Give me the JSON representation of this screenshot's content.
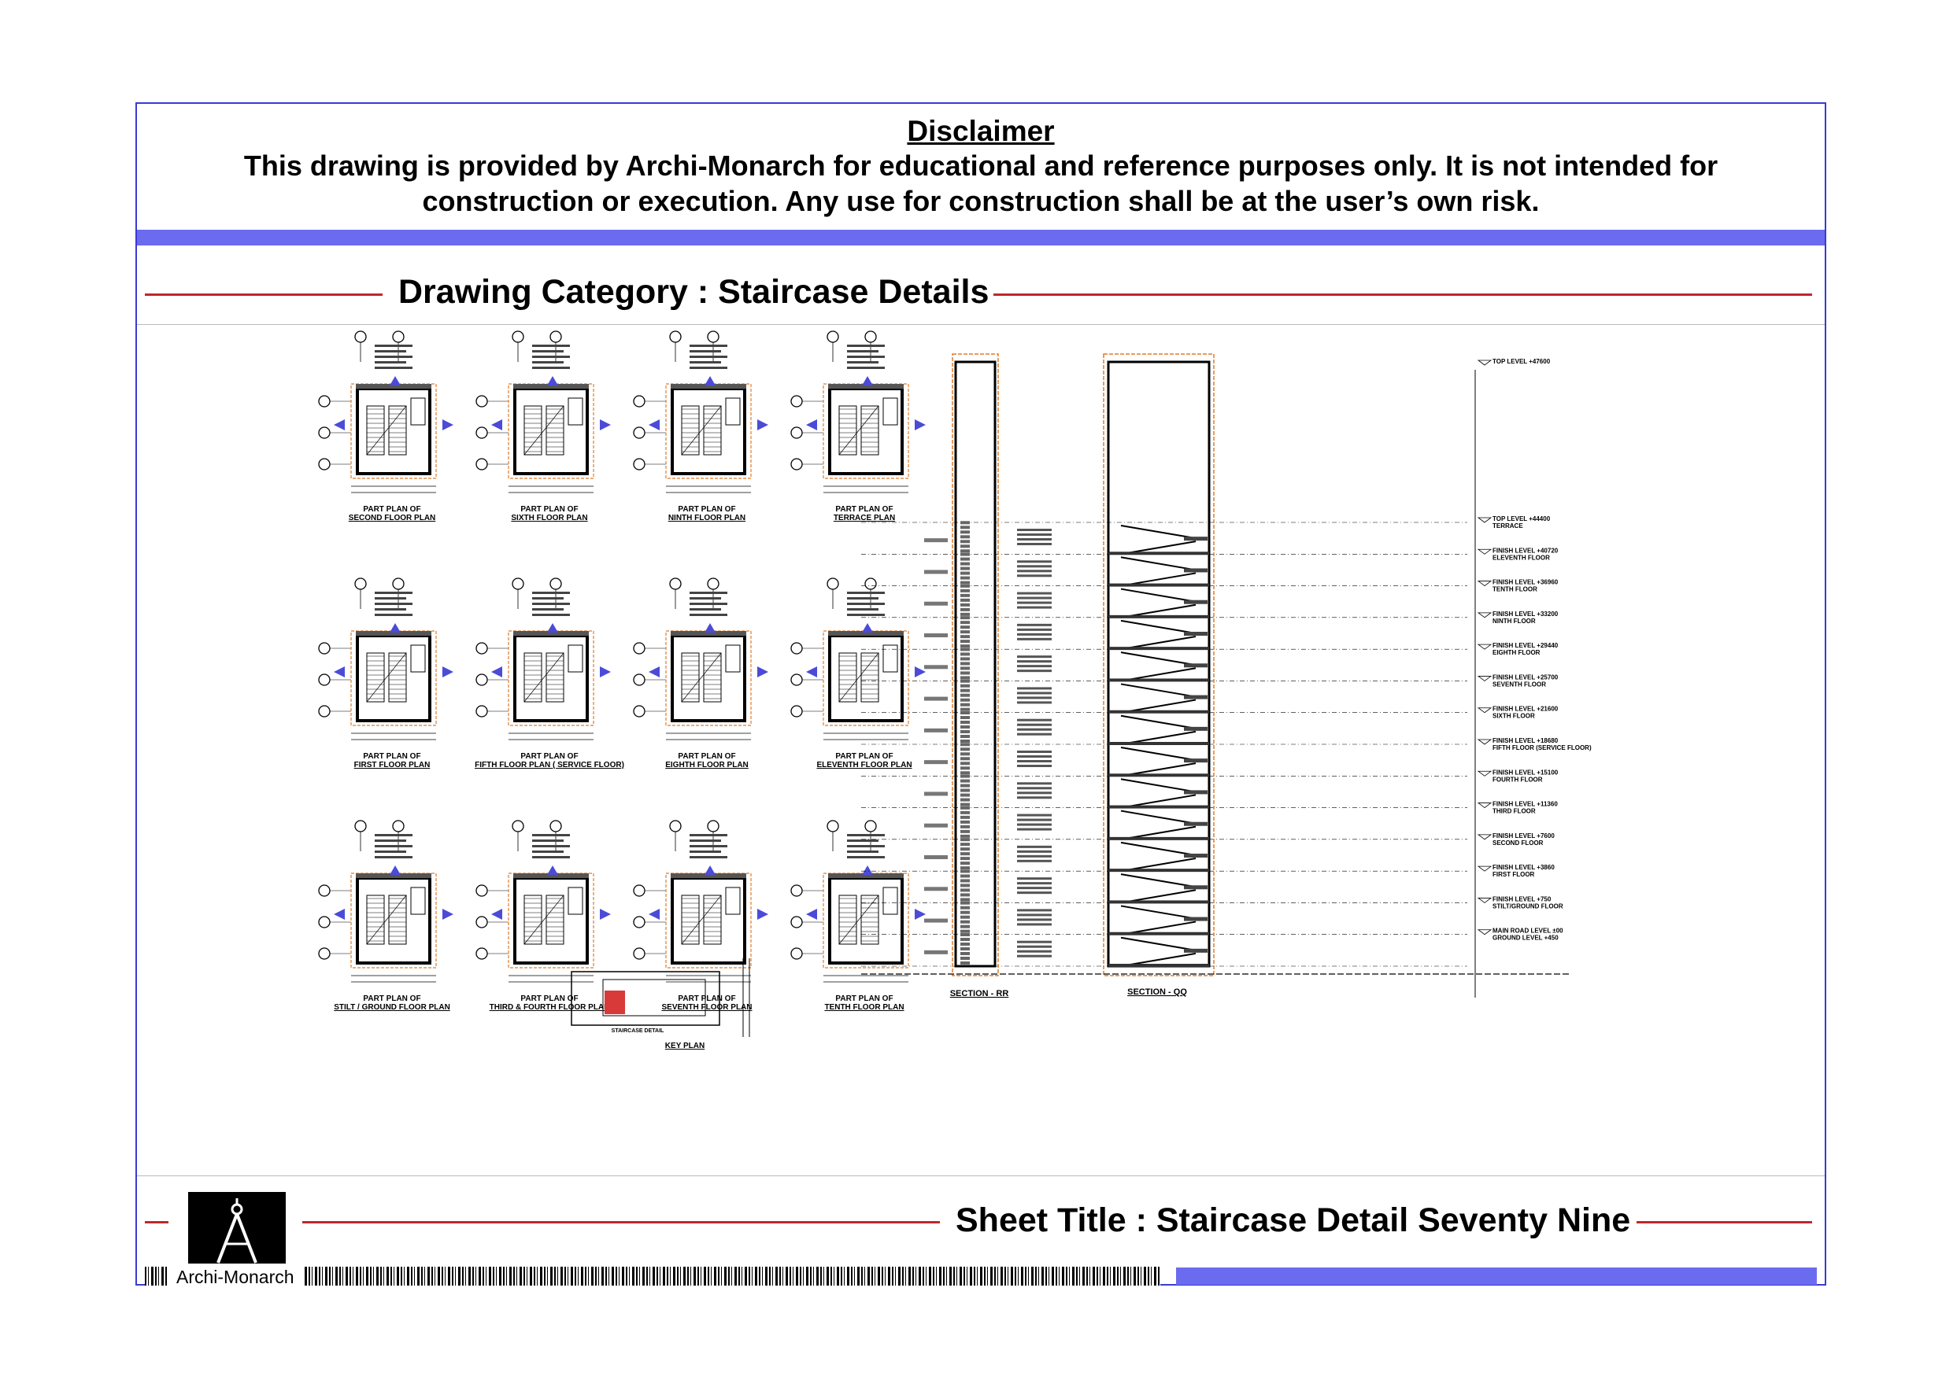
{
  "disclaimer": {
    "title": "Disclaimer",
    "line1": "This drawing is provided by Archi-Monarch for educational and reference purposes only. It is not intended for",
    "line2": "construction or execution. Any use for construction shall be at the user’s own risk."
  },
  "category": {
    "text": "Drawing Category : Staircase Details"
  },
  "sheet": {
    "title": "Sheet Title : Staircase Detail Seventy Nine"
  },
  "brand": {
    "name": "Archi-Monarch"
  },
  "colors": {
    "frame": "#3a3ad6",
    "band": "#6b6bf0",
    "rule": "#c0282a"
  },
  "plans": [
    {
      "line1": "PART PLAN OF",
      "line2": "SECOND FLOOR PLAN"
    },
    {
      "line1": "PART PLAN OF",
      "line2": "SIXTH FLOOR PLAN"
    },
    {
      "line1": "PART PLAN OF",
      "line2": "NINTH FLOOR PLAN"
    },
    {
      "line1": "PART PLAN OF",
      "line2": "TERRACE PLAN"
    },
    {
      "line1": "PART PLAN OF",
      "line2": "FIRST FLOOR PLAN"
    },
    {
      "line1": "PART PLAN OF",
      "line2": "FIFTH FLOOR PLAN ( SERVICE FLOOR)"
    },
    {
      "line1": "PART PLAN OF",
      "line2": "EIGHTH FLOOR PLAN"
    },
    {
      "line1": "PART PLAN OF",
      "line2": "ELEVENTH FLOOR PLAN"
    },
    {
      "line1": "PART PLAN OF",
      "line2": "STILT / GROUND FLOOR PLAN"
    },
    {
      "line1": "PART PLAN OF",
      "line2": "THIRD & FOURTH FLOOR PLAN"
    },
    {
      "line1": "PART PLAN OF",
      "line2": "SEVENTH FLOOR PLAN"
    },
    {
      "line1": "PART PLAN OF",
      "line2": "TENTH FLOOR PLAN"
    }
  ],
  "key_plan": {
    "label": "KEY PLAN",
    "note": "STAIRCASE DETAIL"
  },
  "sections": [
    {
      "label": "SECTION - RR"
    },
    {
      "label": "SECTION - QQ"
    }
  ],
  "levels": [
    {
      "name": "TOP LEVEL +47600"
    },
    {
      "name": "TOP LEVEL +44400",
      "sub": "TERRACE"
    },
    {
      "name": "FINISH LEVEL +40720",
      "sub": "ELEVENTH FLOOR"
    },
    {
      "name": "FINISH LEVEL +36960",
      "sub": "TENTH FLOOR"
    },
    {
      "name": "FINISH LEVEL +33200",
      "sub": "NINTH FLOOR"
    },
    {
      "name": "FINISH LEVEL +29440",
      "sub": "EIGHTH FLOOR"
    },
    {
      "name": "FINISH LEVEL +25700",
      "sub": "SEVENTH FLOOR"
    },
    {
      "name": "FINISH LEVEL +21600",
      "sub": "SIXTH FLOOR"
    },
    {
      "name": "FINISH LEVEL +18680",
      "sub": "FIFTH FLOOR (SERVICE FLOOR)"
    },
    {
      "name": "FINISH LEVEL +15100",
      "sub": "FOURTH FLOOR"
    },
    {
      "name": "FINISH LEVEL +11360",
      "sub": "THIRD FLOOR"
    },
    {
      "name": "FINISH LEVEL +7600",
      "sub": "SECOND FLOOR"
    },
    {
      "name": "FINISH LEVEL +3860",
      "sub": "FIRST FLOOR"
    },
    {
      "name": "FINISH LEVEL +750",
      "sub": "STILT/GROUND FLOOR"
    },
    {
      "name": "MAIN ROAD LEVEL ±00",
      "sub": "GROUND LEVEL +450"
    }
  ]
}
